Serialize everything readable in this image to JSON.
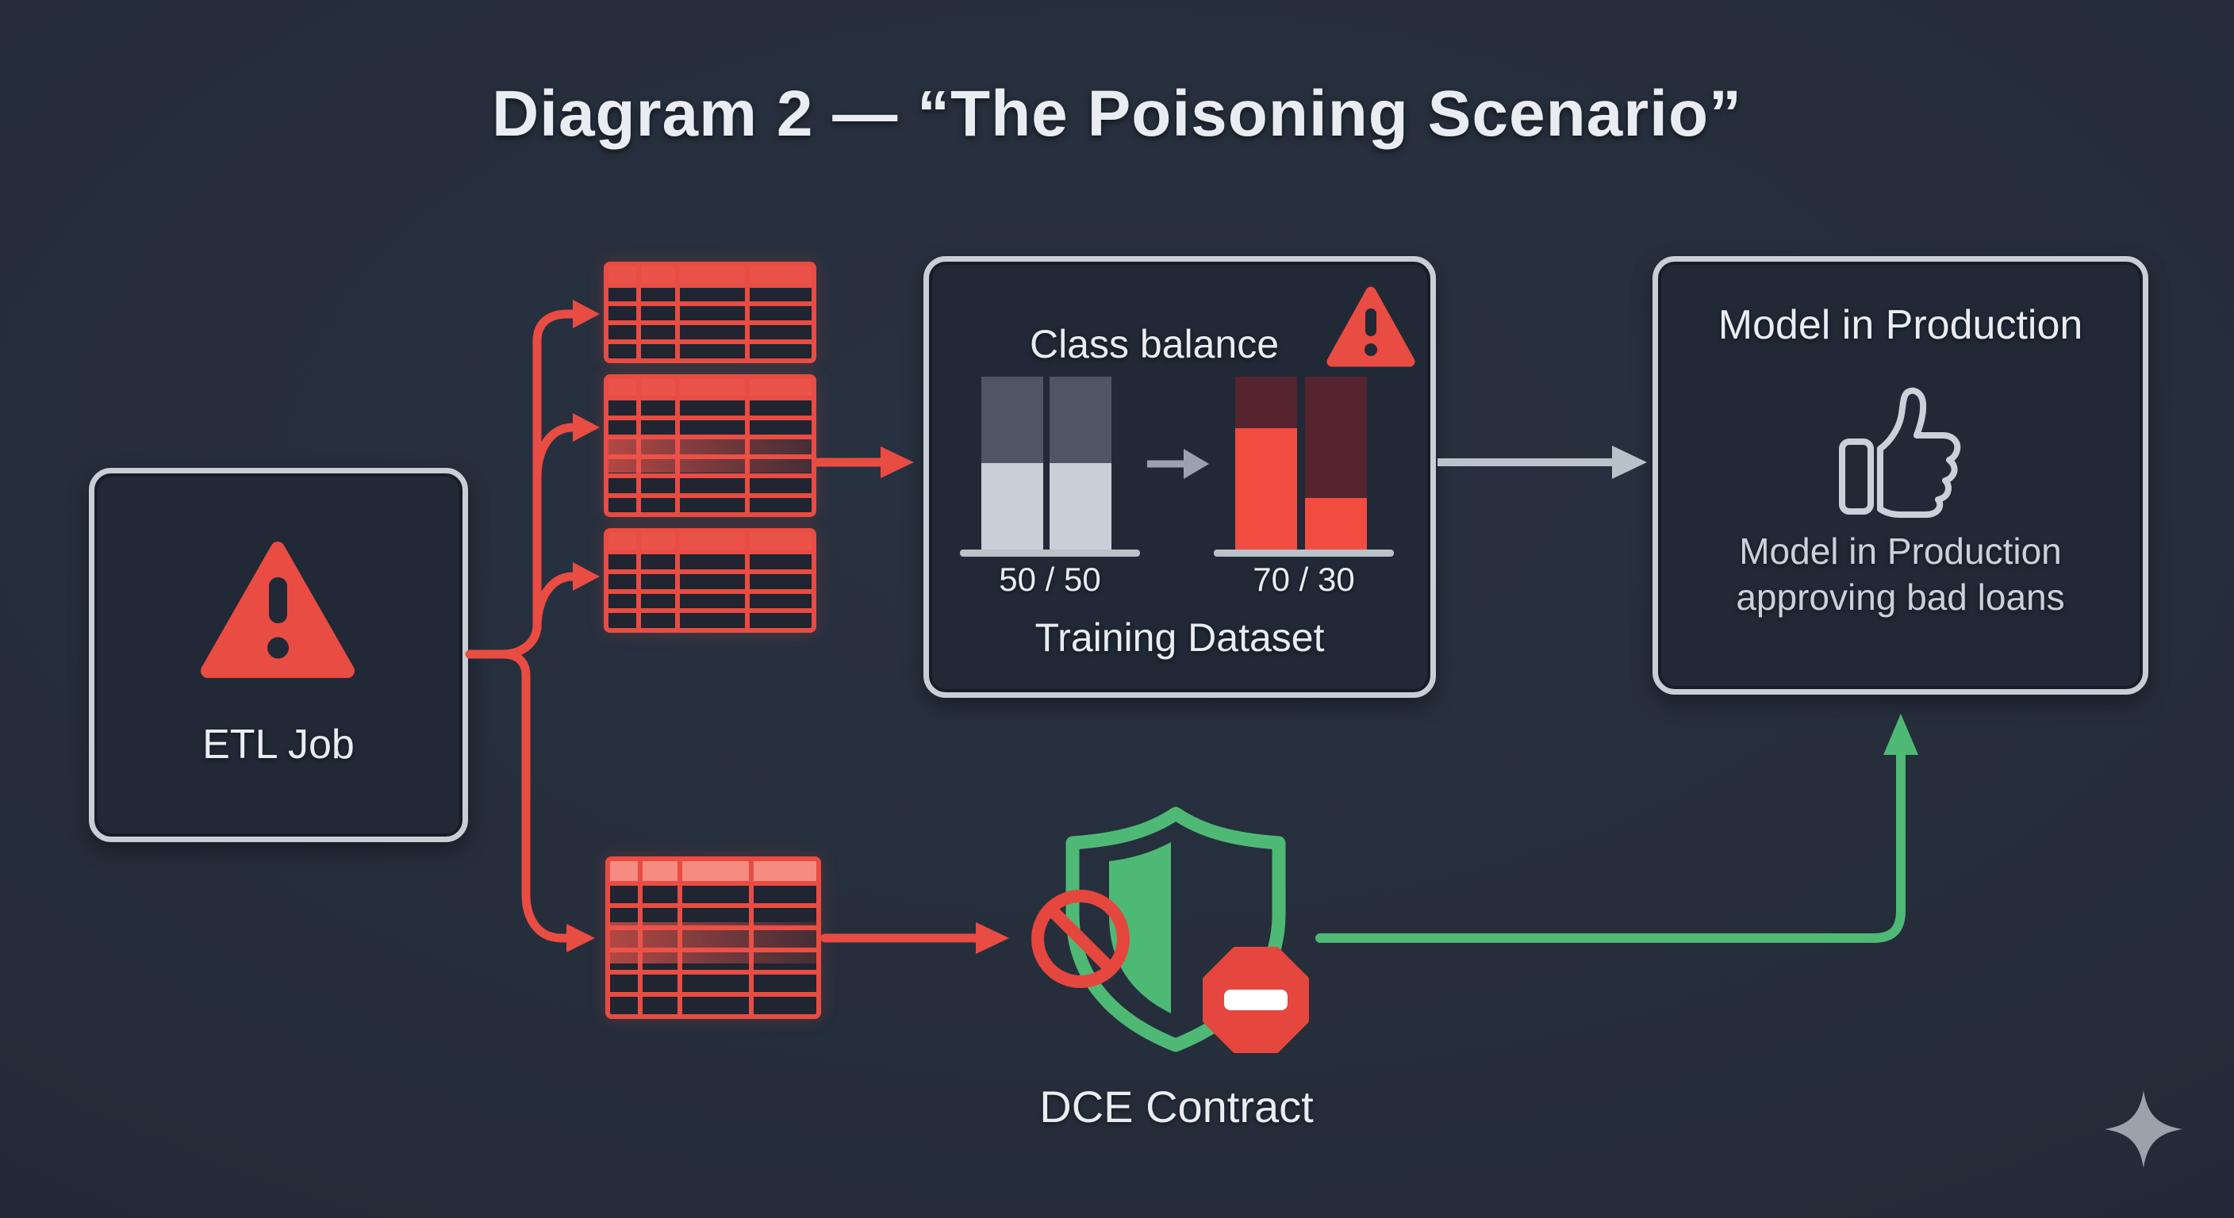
{
  "title": "Diagram 2 — “The Poisoning Scenario”",
  "etl": {
    "label": "ETL Job",
    "icon": "warning-triangle-icon"
  },
  "training": {
    "title": "Class balance",
    "icon": "warning-triangle-icon",
    "before_label": "50 / 50",
    "after_label": "70 / 30",
    "caption": "Training Dataset"
  },
  "model": {
    "title": "Model in Production",
    "icon": "thumbs-up-icon",
    "caption_line1": "Model in Production",
    "caption_line2": "approving bad loans"
  },
  "dce": {
    "label": "DCE Contract",
    "icons": [
      "shield-icon",
      "no-entry-icon",
      "stop-sign-icon"
    ]
  },
  "decoration": {
    "icon": "sparkle-icon"
  },
  "chart_data": [
    {
      "type": "bar",
      "title": "Class balance — before",
      "values": [
        50,
        50
      ],
      "label": "50 / 50",
      "ylim": [
        0,
        100
      ],
      "fill_color": "#c7cfd7",
      "remainder_color": "#4d5662"
    },
    {
      "type": "bar",
      "title": "Class balance — after poisoning",
      "values": [
        70,
        30
      ],
      "label": "70 / 30",
      "ylim": [
        0,
        100
      ],
      "fill_color": "#f24b40",
      "remainder_color": "#55242e"
    }
  ],
  "colors": {
    "bg": "#242c39",
    "panel": "#212936",
    "panel-border": "#c7ced6",
    "red": "#e94c42",
    "green": "#4eb975",
    "gray-arrow": "#b9c1c9",
    "text": "#e9edf2",
    "muted": "#c9d1d9",
    "bar-light": "#c7cfd7",
    "bar-dark": "#4d5662",
    "bar-red": "#f24b40",
    "bar-maroon": "#55242e",
    "sparkle": "#9aa2ab"
  }
}
